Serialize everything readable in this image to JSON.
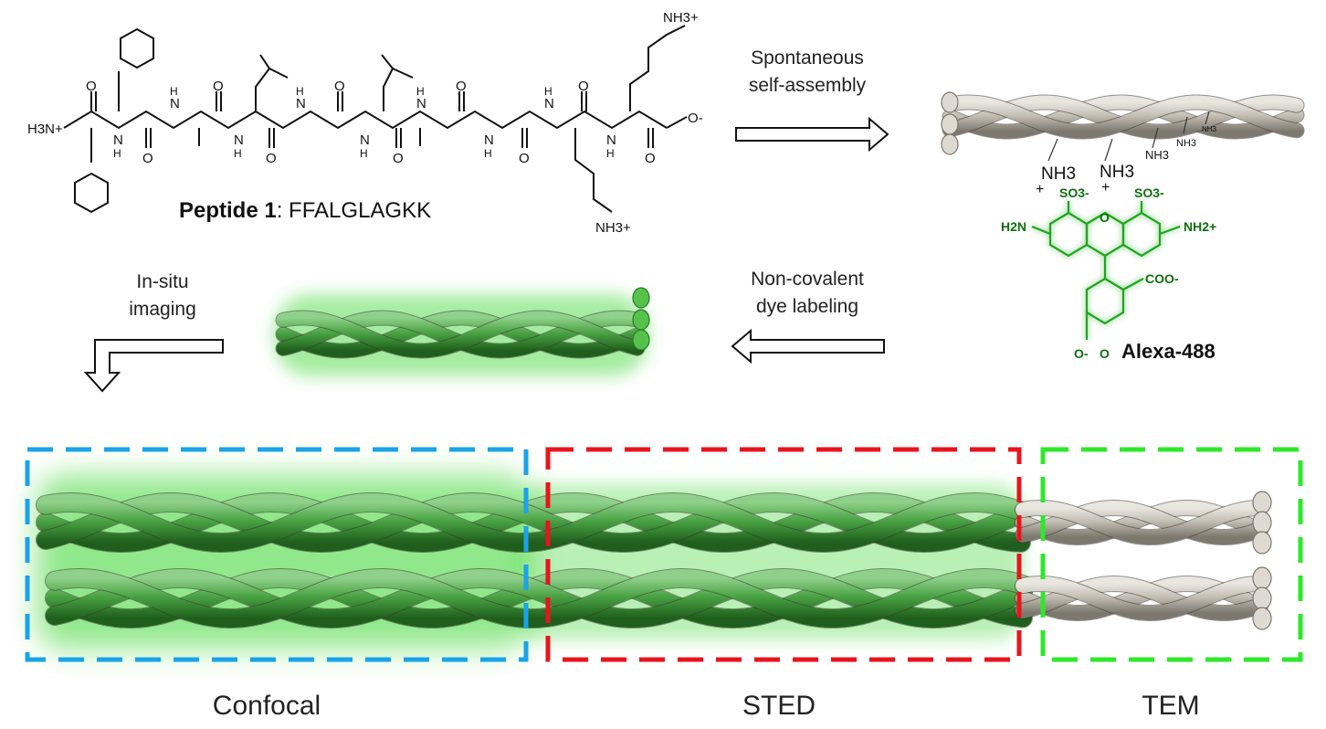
{
  "peptide": {
    "name_bold": "Peptide 1",
    "name_sep": ": ",
    "sequence": "FFALGLAGKK",
    "n_terminus": "H3N+",
    "c_terminus": "O-",
    "amide_nh": "H",
    "amide_n": "N",
    "carbonyl_o": "O",
    "lys_amine": "NH3+"
  },
  "steps": {
    "self_assembly": [
      "Spontaneous",
      "self-assembly"
    ],
    "dye_labeling": [
      "Non-covalent",
      "dye labeling"
    ],
    "imaging": [
      "In-situ",
      "imaging"
    ]
  },
  "fibril_amines": [
    "NH3",
    "NH3",
    "NH3",
    "NH3",
    "NH3"
  ],
  "charge_plus": "+",
  "dye": {
    "name": "Alexa-488",
    "groups": {
      "amine_left": "H2N",
      "amine_right": "NH2+",
      "sulfonate_left": "SO3-",
      "sulfonate_right": "SO3-",
      "ring_o": "O",
      "carboxylate": "COO-",
      "carboxylate_bottom": "O-",
      "carbonyl": "O"
    }
  },
  "techniques": [
    {
      "label": "Confocal",
      "color": "#1aa3e8"
    },
    {
      "label": "STED",
      "color": "#e8141c"
    },
    {
      "label": "TEM",
      "color": "#2ee82a"
    }
  ],
  "colors": {
    "fiber_gray": "#b8b3a8",
    "fiber_green": "#3f9a3a",
    "glow_green": "#37d62e",
    "dye_green": "#1ea51c"
  }
}
